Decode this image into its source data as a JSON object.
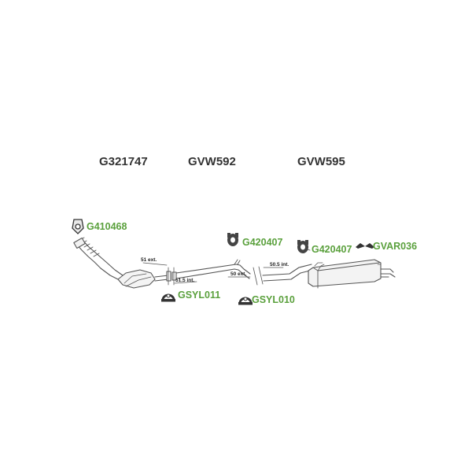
{
  "titles": {
    "front_pipe": "G321747",
    "middle_pipe": "GVW592",
    "rear_silencer": "GVW595"
  },
  "parts": {
    "gasket_front": "G410468",
    "rubber_mount_center": "G420407",
    "rubber_mount_rear": "G420407",
    "rear_bracket": "GVAR036",
    "clamp_one": "GSYL011",
    "clamp_two": "GSYL010"
  },
  "dimensions": {
    "ext_51": "51 ext.",
    "int_51_5": "51.5 int.",
    "ext_50": "50 ext.",
    "int_50_5": "50.5 int."
  },
  "colors": {
    "part_code": "#5aa03c",
    "title": "#333333",
    "line": "#555555"
  }
}
